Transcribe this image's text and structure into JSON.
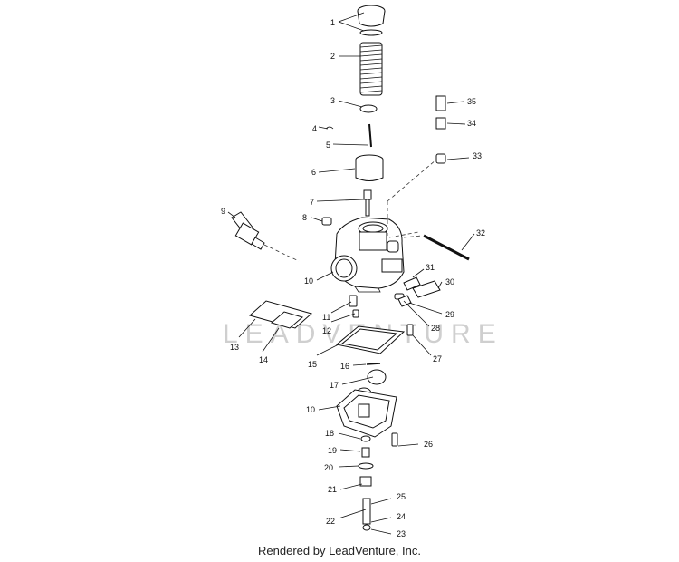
{
  "watermark": "LEADVENTURE",
  "footer": "Rendered by LeadVenture, Inc.",
  "callouts": {
    "p1": "1",
    "p2": "2",
    "p3": "3",
    "p4": "4",
    "p5": "5",
    "p6": "6",
    "p7": "7",
    "p8": "8",
    "p9": "9",
    "p10a": "10",
    "p10b": "10",
    "p11": "11",
    "p12": "12",
    "p13": "13",
    "p14": "14",
    "p15": "15",
    "p16": "16",
    "p17": "17",
    "p18": "18",
    "p19": "19",
    "p20": "20",
    "p21": "21",
    "p22": "22",
    "p23": "23",
    "p24": "24",
    "p25": "25",
    "p26": "26",
    "p27": "27",
    "p28": "28",
    "p29": "29",
    "p30": "30",
    "p31": "31",
    "p32": "32",
    "p33": "33",
    "p34": "34",
    "p35": "35"
  }
}
